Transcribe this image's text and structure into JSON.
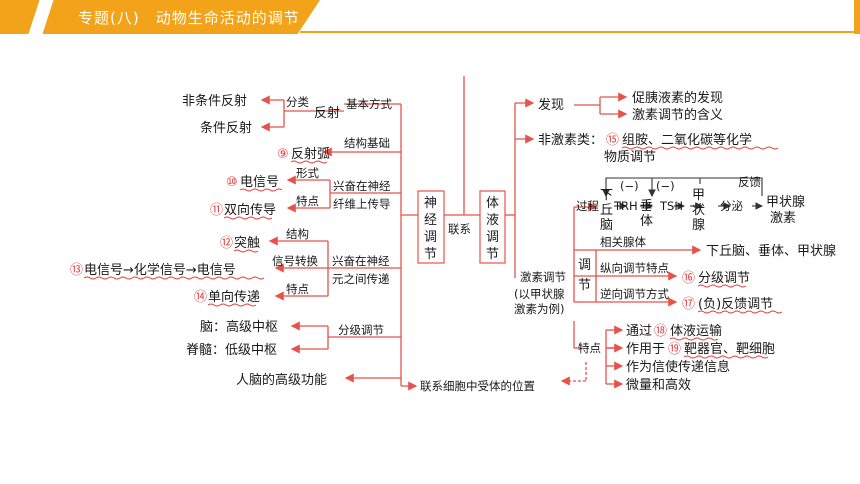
{
  "header": {
    "title": "专题(八)　动物生命活动的调节",
    "accent": "#f3a31a"
  },
  "colors": {
    "line": "#e8524a",
    "circle": "#e23b3b",
    "text": "#1a1a1a"
  },
  "diagram": {
    "left": {
      "uncond_reflex": "非条件反射",
      "cond_reflex": "条件反射",
      "classify": "分类",
      "reflex": "反射",
      "basic_way": "基本方式",
      "struct_basis": "结构基础",
      "n9": "⑨",
      "reflex_arc": "反射弧",
      "n10": "⑩",
      "electric_signal": "电信号",
      "form": "形式",
      "excite_in_nerve": "兴奋在神经",
      "fiber_conduct": "纤维上传导",
      "feature1": "特点",
      "n11": "⑪",
      "bidirectional": "双向传导",
      "n12": "⑫",
      "synapse": "突触",
      "structure": "结构",
      "n13": "⑬",
      "signal_chain": "电信号→化学信号→电信号",
      "signal_convert": "信号转换",
      "excite_between": "兴奋在神经",
      "between_cells": "元之间传递",
      "feature2": "特点",
      "n14": "⑭",
      "unidirectional": "单向传递",
      "brain_center": "脑：高级中枢",
      "spinal_center": "脊髓：低级中枢",
      "graded_regulation": "分级调节",
      "human_brain_func": "人脑的高级功能"
    },
    "center": {
      "neural_box": [
        "神",
        "经",
        "调",
        "节"
      ],
      "link": "联系",
      "humoral_box": [
        "体",
        "液",
        "调",
        "节"
      ]
    },
    "right": {
      "discovery": "发现",
      "secretin": "促胰液素的发现",
      "hormone_meaning": "激素调节的含义",
      "non_hormone": "非激素类：",
      "n15": "⑮",
      "non_hormone_items1": "组胺、二氧化碳等化学",
      "non_hormone_items2": "物质调节",
      "process": "过程",
      "hypothalamus": [
        "下",
        "丘",
        "脑"
      ],
      "inhibit1": "(−)",
      "inhibit2": "(−)",
      "trh": "TRH",
      "pituitary": [
        "垂",
        "体"
      ],
      "tsh": "TSH",
      "thyroid": [
        "甲",
        "状",
        "腺"
      ],
      "secrete": "分泌",
      "thyroid_hormone1": "甲状腺",
      "thyroid_hormone2": "激素",
      "feedback": "反馈",
      "related_glands_label": "相关腺体",
      "related_glands": "下丘脑、垂体、甲状腺",
      "vertical_feature": "纵向调节特点",
      "n16": "⑯",
      "graded": "分级调节",
      "reverse_way": "逆向调节方式",
      "n17": "⑰",
      "neg_feedback": "(负)反馈调节",
      "hormone_reg": "激素调节",
      "example1": "(以甲状腺",
      "example2": "激素为例)",
      "tiao": "调",
      "jie": "节",
      "feature": "特点",
      "via": "通过",
      "n18": "⑱",
      "body_fluid_transport": "体液运输",
      "acts_on": "作用于",
      "n19": "⑲",
      "target": "靶器官、靶细胞",
      "messenger": "作为信使传递信息",
      "trace_efficient": "微量和高效",
      "receptor_position": "联系细胞中受体的位置"
    }
  }
}
